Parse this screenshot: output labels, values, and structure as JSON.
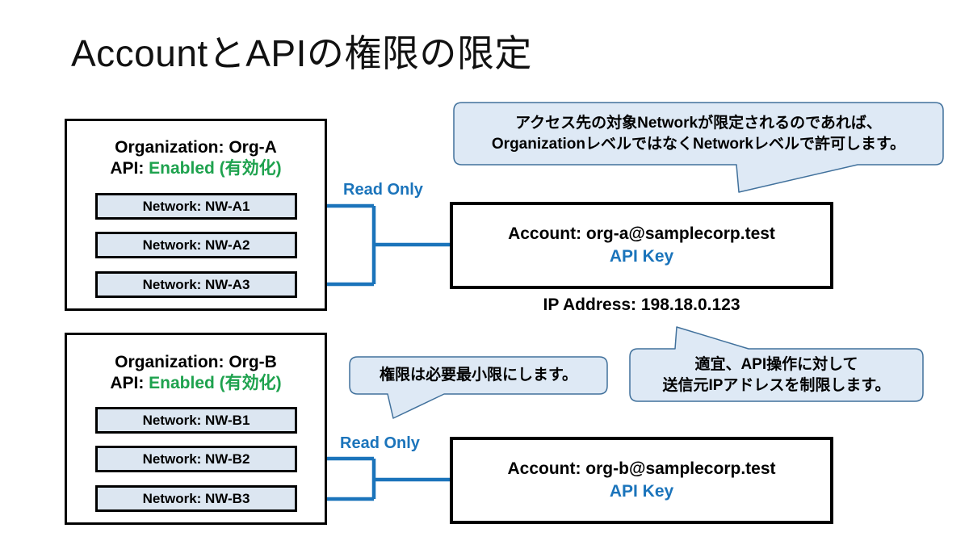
{
  "title": "AccountとAPIの権限の限定",
  "org_a": {
    "name": "Organization: Org-A",
    "api_label": "API:",
    "api_status": "Enabled (有効化)",
    "networks": [
      "Network: NW-A1",
      "Network: NW-A2",
      "Network: NW-A3"
    ]
  },
  "org_b": {
    "name": "Organization: Org-B",
    "api_label": "API:",
    "api_status": "Enabled (有効化)",
    "networks": [
      "Network: NW-B1",
      "Network: NW-B2",
      "Network: NW-B3"
    ]
  },
  "account_a": {
    "account": "Account: org-a@samplecorp.test",
    "api_key": "API Key"
  },
  "account_b": {
    "account": "Account: org-b@samplecorp.test",
    "api_key": "API Key"
  },
  "ip_address": "IP Address: 198.18.0.123",
  "read_only_a": "Read Only",
  "read_only_b": "Read Only",
  "bubbles": {
    "network_scope": {
      "line1": "アクセス先の対象Networkが限定されるのであれば、",
      "line2": "OrganizationレベルではなくNetworkレベルで許可します。"
    },
    "least_privilege": {
      "line1": "権限は必要最小限にします。"
    },
    "ip_restriction": {
      "line1": "適宜、API操作に対して",
      "line2": "送信元IPアドレスを制限します。"
    }
  },
  "colors": {
    "accent_blue": "#1B74BB",
    "status_green": "#1EA24E",
    "bubble_fill": "#DEE9F5",
    "bubble_border": "#41719C",
    "network_fill": "#DCE6F1"
  }
}
